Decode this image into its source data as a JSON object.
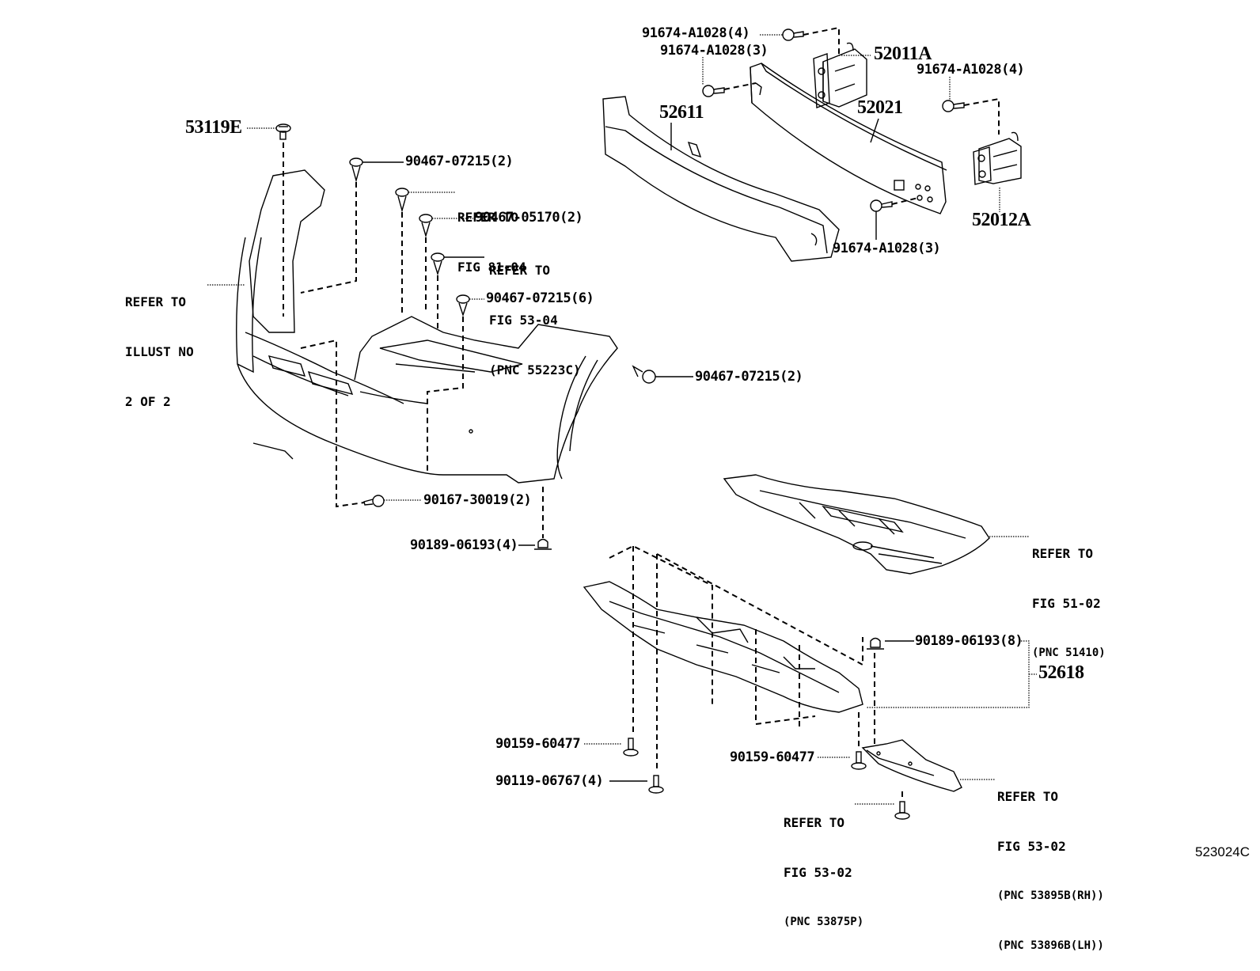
{
  "diagram": {
    "illustration_code": "523024C",
    "parts": {
      "bolt_bumper_arm_upper_left": "91674-A1028(4)",
      "bolt_reinforcement_left": "91674-A1028(3)",
      "arm_right": "52011A",
      "bolt_bumper_arm_right": "91674-A1028(4)",
      "absorber": "52611",
      "reinforcement": "52021",
      "arm_left": "52012A",
      "bolt_reinforcement_lower": "91674-A1028(3)",
      "screw_top": "53119E",
      "clip_a": "90467-07215(2)",
      "clip_b": "90467-05170(2)",
      "clip_c": "90467-07215(6)",
      "clip_side": "90467-07215(2)",
      "screw_lower": "90167-30019(2)",
      "nut_lower": "90189-06193(4)",
      "nut_cover": "90189-06193(8)",
      "under_cover": "52618",
      "bolt_cover_a": "90159-60477",
      "screw_cover": "90119-06767(4)",
      "bolt_cover_b": "90159-60477"
    },
    "references": {
      "illust": [
        "REFER TO",
        "ILLUST NO",
        "2 OF 2"
      ],
      "fig_81_04": [
        "REFER TO",
        "FIG 81-04"
      ],
      "fig_53_04": [
        "REFER TO",
        "FIG 53-04",
        "(PNC 55223C)"
      ],
      "fig_51_02": [
        "REFER TO",
        "FIG 51-02",
        "(PNC 51410)"
      ],
      "fig_53_02_right": [
        "REFER TO",
        "FIG 53-02",
        "(PNC 53895B(RH))",
        "(PNC 53896B(LH))"
      ],
      "fig_53_02_bottom": [
        "REFER TO",
        "FIG 53-02",
        "(PNC 53875P)"
      ]
    }
  }
}
